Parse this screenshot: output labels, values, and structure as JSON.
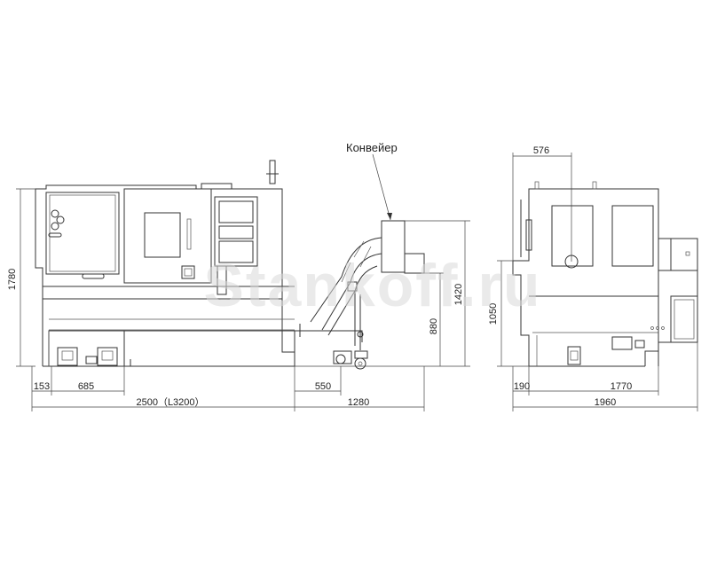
{
  "labels": {
    "conveyor": "Конвейер",
    "watermark": "Stankoff.ru"
  },
  "dimensions": {
    "left_height": "1780",
    "conveyor_height_1420": "1420",
    "conveyor_height_880": "880",
    "d153": "153",
    "d685": "685",
    "d550": "550",
    "d2500": "2500（L3200）",
    "d1280": "1280",
    "side_576": "576",
    "side_1050": "1050",
    "side_190": "190",
    "side_1770": "1770",
    "side_1960": "1960"
  },
  "colors": {
    "line": "#333333",
    "watermark": "#d9d9d9"
  }
}
